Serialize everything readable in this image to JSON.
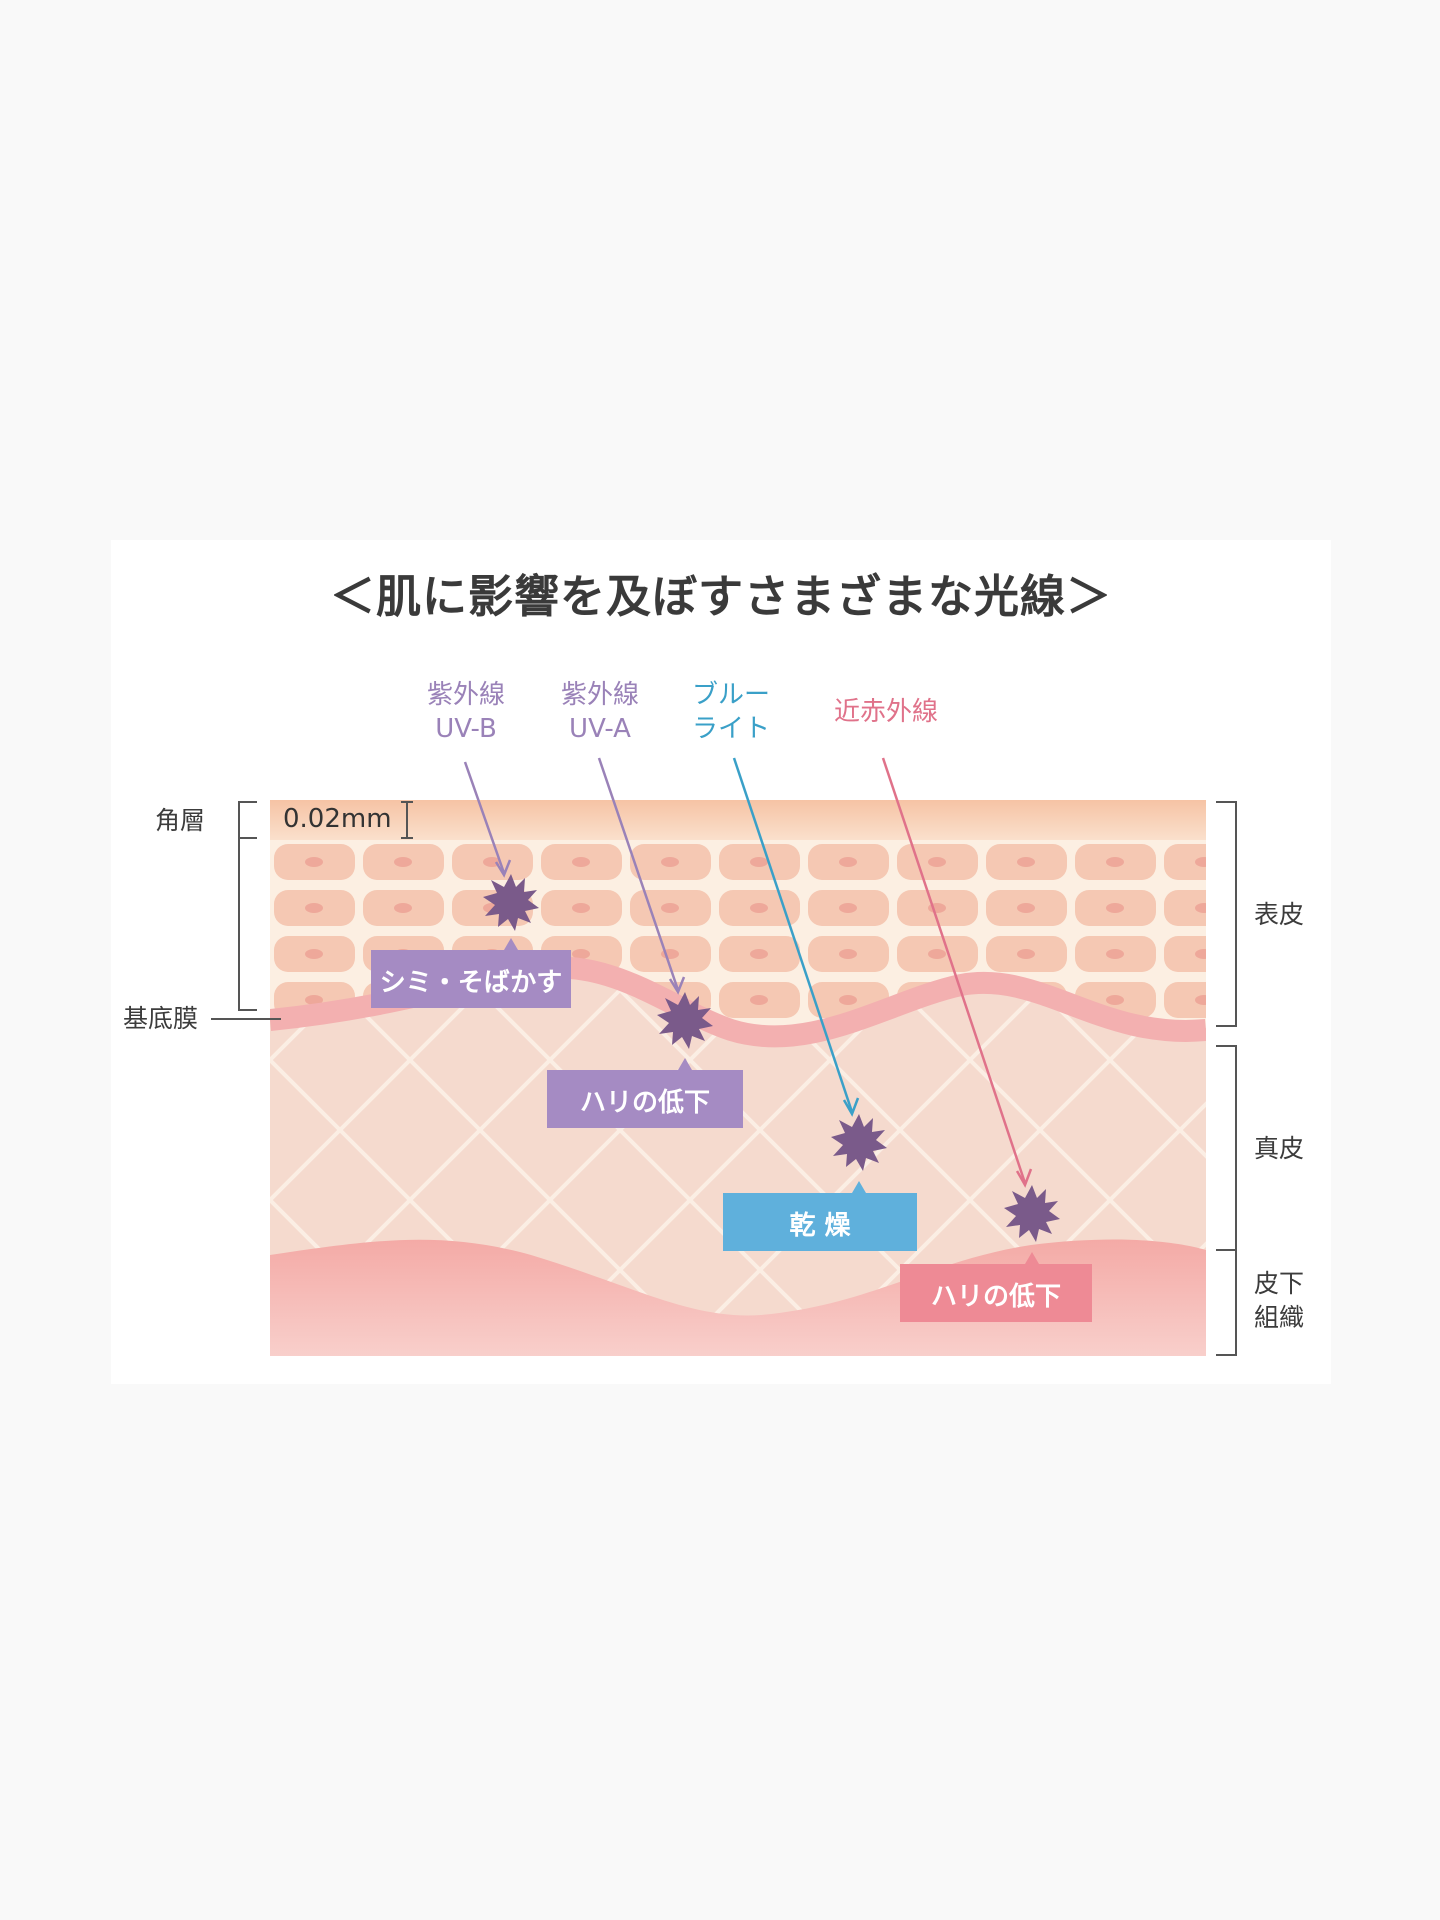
{
  "title": "＜肌に影響を及ぼすさまざまな光線＞",
  "rays": [
    {
      "id": "uvb",
      "line1": "紫外線",
      "line2": "UV-B",
      "color": "#9a82b8"
    },
    {
      "id": "uva",
      "line1": "紫外線",
      "line2": "UV-A",
      "color": "#9a82b8"
    },
    {
      "id": "blue",
      "line1": "ブルー",
      "line2": "ライト",
      "color": "#3aa0c8"
    },
    {
      "id": "nir",
      "line1": "近赤外線",
      "line2": "",
      "color": "#e0728a"
    }
  ],
  "layers_left": {
    "stratum_corneum": "角層",
    "basement_membrane": "基底膜",
    "thickness": "0.02mm"
  },
  "layers_right": {
    "epidermis": "表皮",
    "dermis": "真皮",
    "subcutaneous_line1": "皮下",
    "subcutaneous_line2": "組織"
  },
  "effects": [
    {
      "ray": "uvb",
      "label": "シミ・そばかす",
      "color": "#a58bc3"
    },
    {
      "ray": "uva",
      "label": "ハリの低下",
      "color": "#a58bc3"
    },
    {
      "ray": "blue",
      "label": "乾 燥",
      "color": "#5fb0dc"
    },
    {
      "ray": "nir",
      "label": "ハリの低下",
      "color": "#ee8a95"
    }
  ],
  "colors": {
    "stratum": "#f6c9ad",
    "epidermis_bg": "#fcefe2",
    "cell": "#f5c8b3",
    "nucleus": "#eea89a",
    "membrane": "#f3b4b4",
    "dermis": "#f5dace",
    "subcutaneous": "#f5b5b0",
    "starburst": "#7a5a8a"
  }
}
